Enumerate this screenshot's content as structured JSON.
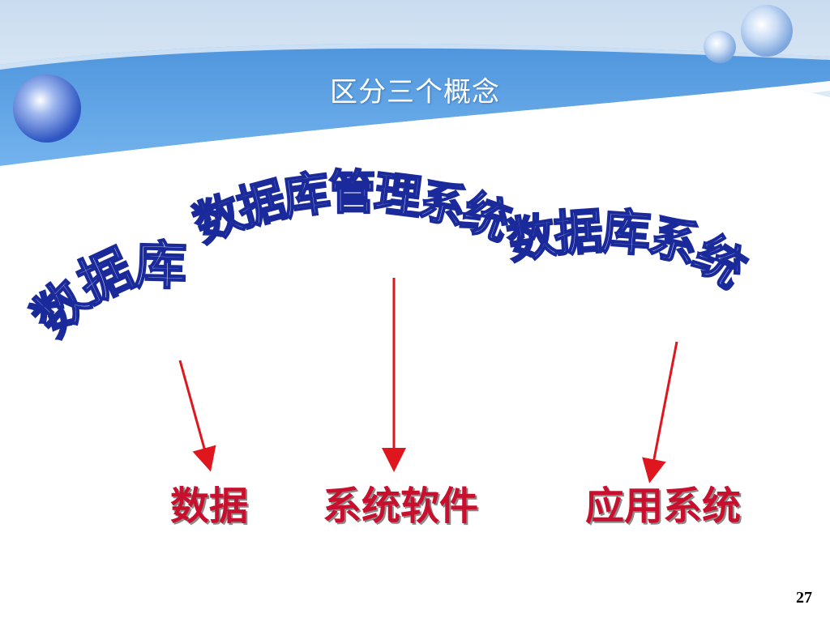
{
  "slide": {
    "title": "区分三个概念",
    "page_number": "27"
  },
  "arch_texts": {
    "left": "数据库",
    "middle": "数据库管理系统",
    "right": "数据库系统"
  },
  "labels": {
    "data": "数据",
    "system_software": "系统软件",
    "application_system": "应用系统"
  },
  "colors": {
    "header_blue": "#5a9fe0",
    "arch_fill": "#e8ecff",
    "arch_stroke": "#1a2a9a",
    "arrow_red": "#e0161e",
    "label_red": "#c8102e"
  }
}
